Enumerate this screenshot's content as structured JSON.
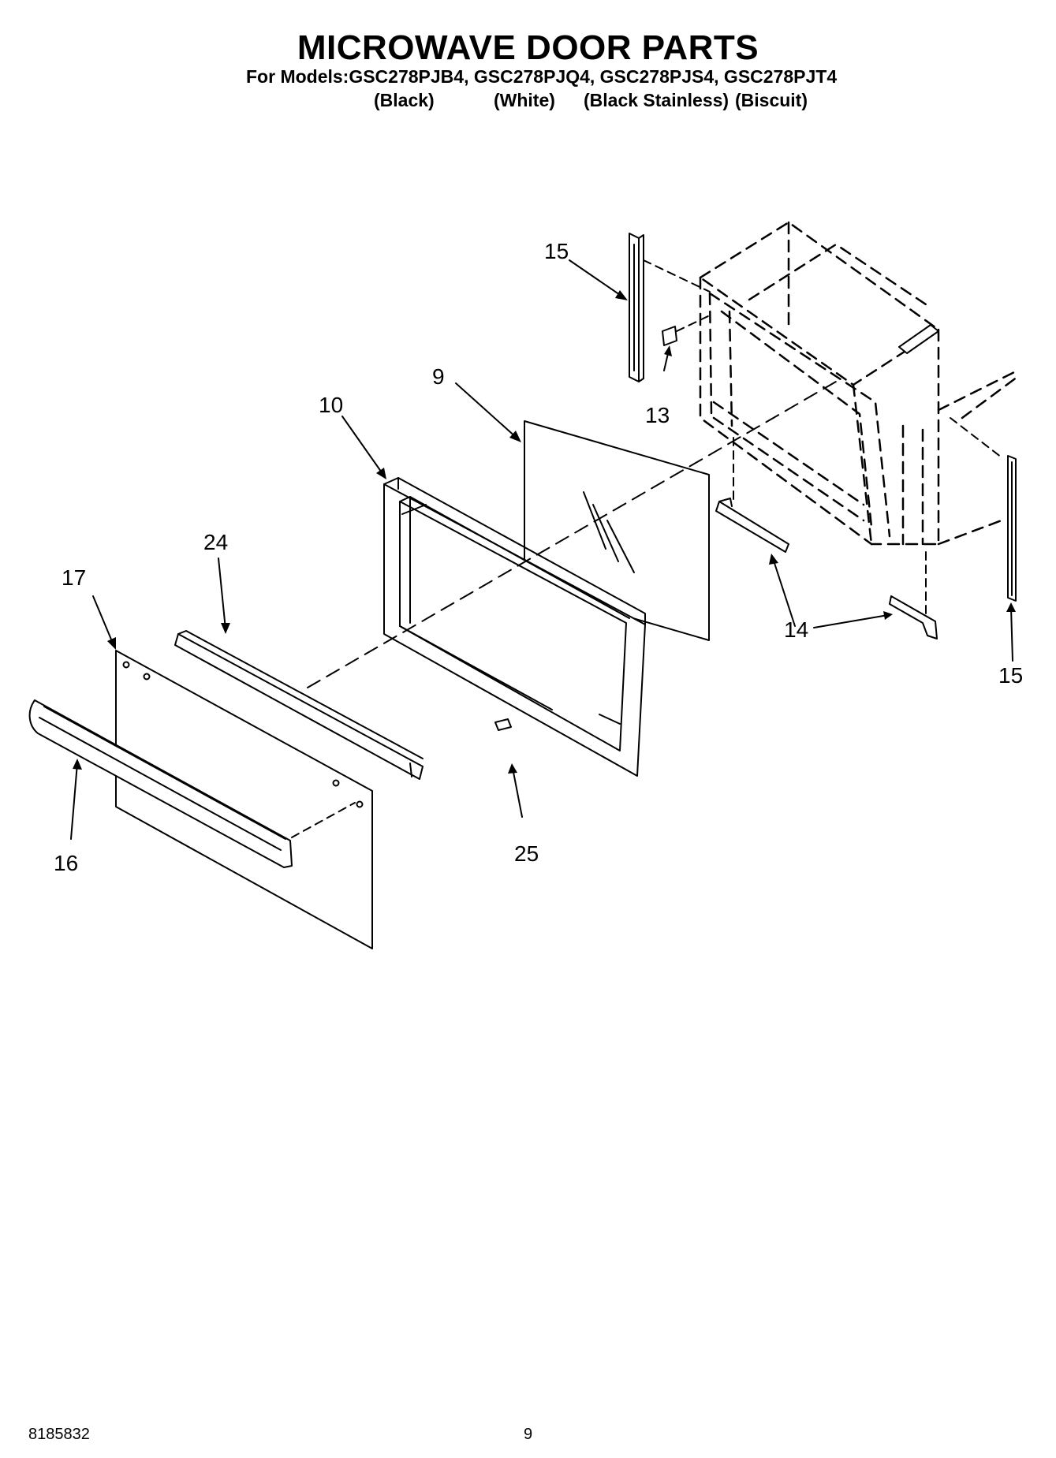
{
  "header": {
    "title": "MICROWAVE DOOR PARTS",
    "models_line": "For Models:GSC278PJB4, GSC278PJQ4, GSC278PJS4, GSC278PJT4",
    "variants": [
      "(Black)",
      "(White)",
      "(Black Stainless)",
      "(Biscuit)"
    ]
  },
  "callouts": {
    "c15a": "15",
    "c13": "13",
    "c9": "9",
    "c10": "10",
    "c24": "24",
    "c17": "17",
    "c14": "14",
    "c15b": "15",
    "c16": "16",
    "c25": "25"
  },
  "footer": {
    "doc_number": "8185832",
    "page_number": "9"
  }
}
